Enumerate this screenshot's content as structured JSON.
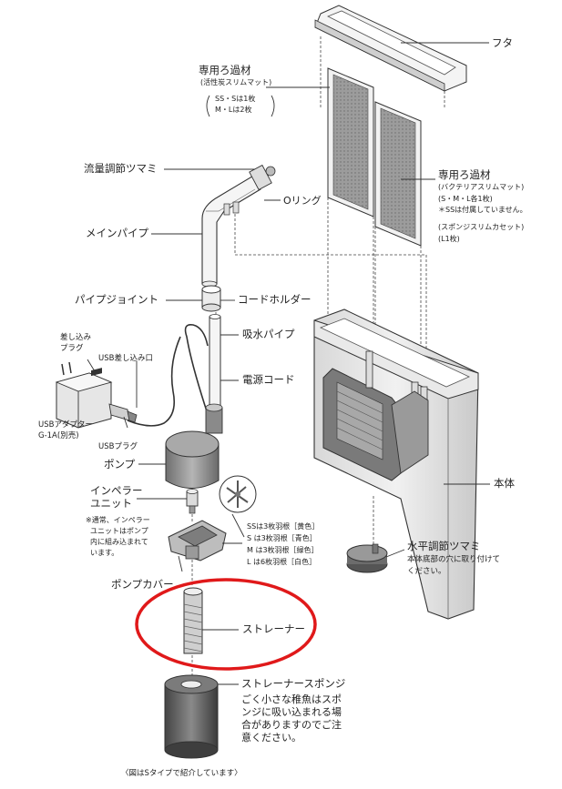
{
  "labels": {
    "futa": "フタ",
    "filter_main": "専用ろ過材",
    "filter_main_sub": "(活性炭スリムマット)",
    "filter_main_qty1": "SS・Sは1枚",
    "filter_main_qty2": "M・Lは2枚",
    "flow_knob": "流量調節ツマミ",
    "o_ring": "Oリング",
    "filter_right": "専用ろ過材",
    "filter_right_sub1": "(バクテリアスリムマット)",
    "filter_right_sub2": "(S・M・L各1枚)",
    "filter_right_sub3": "＊SSは付属していません。",
    "filter_right_sub4": "(スポンジスリムカセット)",
    "filter_right_sub5": "(L1枚)",
    "main_pipe": "メインパイプ",
    "pipe_joint": "パイプジョイント",
    "cord_holder": "コードホルダー",
    "plug1": "差し込み",
    "plug2": "プラグ",
    "usb_port": "USB差し込み口",
    "intake_pipe": "吸水パイプ",
    "power_cord": "電源コード",
    "usb_adapter1": "USBアダプター",
    "usb_adapter2": "G-1A(別売)",
    "usb_plug": "USBプラグ",
    "pump": "ポンプ",
    "body": "本体",
    "impeller1": "インペラー",
    "impeller2": "ユニット",
    "impeller_note1": "※通常、インペラー",
    "impeller_note2": "ユニットはポンプ",
    "impeller_note3": "内に組み込まれて",
    "impeller_note4": "います。",
    "blade1": "SSは3枚羽根［黄色］",
    "blade2": "S は3枚羽根［青色］",
    "blade3": "M は3枚羽根［緑色］",
    "blade4": "L は6枚羽根［白色］",
    "level_knob": "水平調節ツマミ",
    "level_knob_note1": "本体底部の穴に取り付けて",
    "level_knob_note2": "ください。",
    "pump_cover": "ポンプカバー",
    "strainer": "ストレーナー",
    "strainer_sponge": "ストレーナースポンジ",
    "sponge_note1": "ごく小さな稚魚はスポ",
    "sponge_note2": "ンジに吸い込まれる場",
    "sponge_note3": "合がありますのでご注",
    "sponge_note4": "意ください。",
    "footer": "〈図はSタイプで紹介しています〉"
  },
  "colors": {
    "line": "#333333",
    "part_gray": "#9a9a9a",
    "part_dark": "#5e5e5e",
    "highlight": "#e0191a"
  }
}
